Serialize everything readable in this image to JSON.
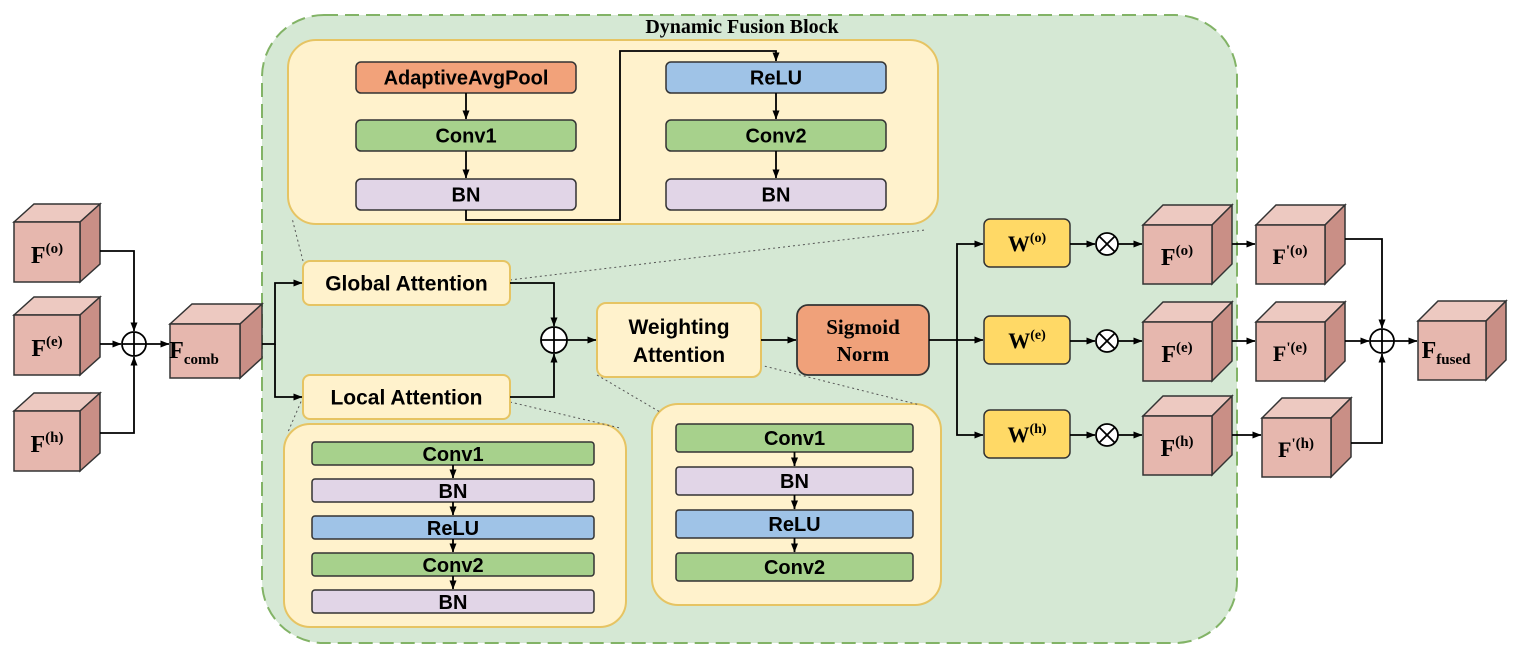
{
  "block_title": "Dynamic Fusion Block",
  "inputs": [
    {
      "base": "F",
      "sup": "(o)"
    },
    {
      "base": "F",
      "sup": "(e)"
    },
    {
      "base": "F",
      "sup": "(h)"
    }
  ],
  "combined": {
    "base": "F",
    "sub": "comb"
  },
  "global_attention": {
    "label": "Global Attention",
    "left_column": [
      "AdaptiveAvgPool",
      "Conv1",
      "BN"
    ],
    "right_column": [
      "ReLU",
      "Conv2",
      "BN"
    ]
  },
  "local_attention": {
    "label": "Local Attention",
    "layers": [
      "Conv1",
      "BN",
      "ReLU",
      "Conv2",
      "BN"
    ]
  },
  "weighting_attention": {
    "label_line1": "Weighting",
    "label_line2": "Attention",
    "layers": [
      "Conv1",
      "BN",
      "ReLU",
      "Conv2"
    ]
  },
  "sigmoid": {
    "line1": "Sigmoid",
    "line2": "Norm"
  },
  "weights": [
    {
      "base": "W",
      "sup": "(o)"
    },
    {
      "base": "W",
      "sup": "(e)"
    },
    {
      "base": "W",
      "sup": "(h)"
    }
  ],
  "weighted_features": [
    {
      "base": "F",
      "sup": "(o)"
    },
    {
      "base": "F",
      "sup": "(e)"
    },
    {
      "base": "F",
      "sup": "(h)"
    }
  ],
  "refined_features": [
    {
      "base": "F",
      "sup": "'(o)"
    },
    {
      "base": "F",
      "sup": "'(e)"
    },
    {
      "base": "F",
      "sup": "'(h)"
    }
  ],
  "output": {
    "base": "F",
    "sub": "fused"
  },
  "colors": {
    "cube_front": "#e6b7ae",
    "cube_top": "#edc9c1",
    "cube_side": "#c98f86",
    "block_bg": "#d5e8d4",
    "block_border": "#82b366",
    "panel_bg": "#fff2cc",
    "panel_border": "#e6c463",
    "pool": "#f2a27a",
    "conv": "#a7d18c",
    "bn": "#e1d5e7",
    "relu": "#9fc3e7",
    "weight": "#ffd966",
    "sigmoid": "#f0a17a"
  }
}
